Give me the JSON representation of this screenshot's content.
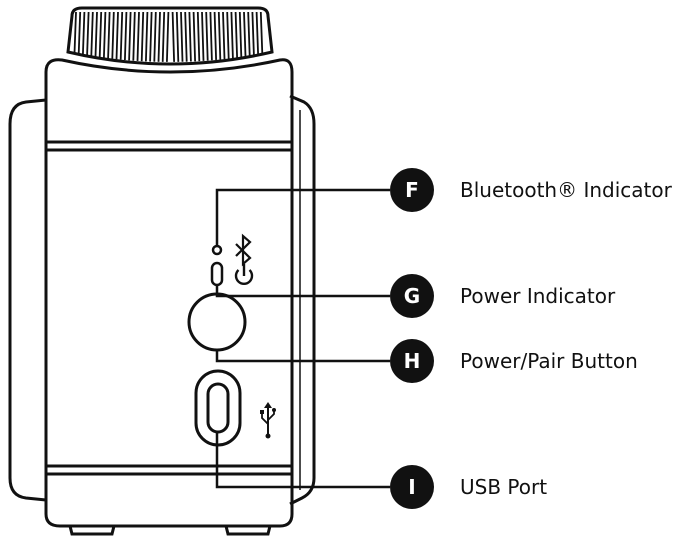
{
  "callouts": [
    {
      "letter": "F",
      "label": "Bluetooth® Indicator"
    },
    {
      "letter": "G",
      "label": "Power Indicator"
    },
    {
      "letter": "H",
      "label": "Power/Pair Button"
    },
    {
      "letter": "I",
      "label": "USB Port"
    }
  ],
  "icons": {
    "bluetooth": "bluetooth-icon",
    "power": "power-icon",
    "usb": "usb-icon"
  },
  "colors": {
    "ink": "#111111",
    "background": "#ffffff"
  }
}
